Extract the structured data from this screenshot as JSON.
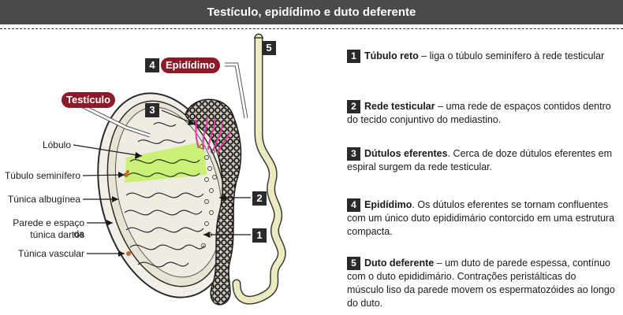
{
  "title": "Testículo, epidídimo e duto deferente",
  "figure": {
    "tag_testiculo": "Testículo",
    "tag_epididimo": "Epidídimo",
    "num_4": "4",
    "num_3": "3",
    "num_5": "5",
    "num_2": "2",
    "num_1": "1",
    "labels": {
      "lobulo": "Lóbulo",
      "tubulo_seminifero": "Túbulo seminífero",
      "tunica_albuginea": "Túnica albugínea",
      "parede_line1": "Parede e espaço da",
      "parede_line2": "túnica dartos",
      "tunica_vascular": "Túnica vascular"
    }
  },
  "definitions": [
    {
      "num": "1",
      "term": "Túbulo reto",
      "text": " – liga o túbulo seminífero à rede testicular"
    },
    {
      "num": "2",
      "term": "Rede testicular",
      "text": " – uma rede de espaços contidos dentro do tecido conjuntivo do mediastino."
    },
    {
      "num": "3",
      "term": "Dútulos eferentes",
      "text": ". Cerca de doze dútulos eferentes em espiral surgem da rede testicular."
    },
    {
      "num": "4",
      "term": "Epidídimo",
      "text": ". Os dútulos eferentes se tornam confluentes com um único duto epididimário contorcido em uma estrutura compacta."
    },
    {
      "num": "5",
      "term": "Duto deferente",
      "text": " – um duto de parede espessa, contínuo com o duto epididimário. Contrações peristálticas do músculo liso da parede movem os espermatozóides ao longo do duto."
    }
  ],
  "colors": {
    "title_bg": "#4a4a4a",
    "tag_bg": "#8c1b2a",
    "lobule_green": "#c6ef6a",
    "efferent_pink": "#e23aa0",
    "testis_fill": "#e7e4d4",
    "cord_fill": "#e9e6bc"
  }
}
